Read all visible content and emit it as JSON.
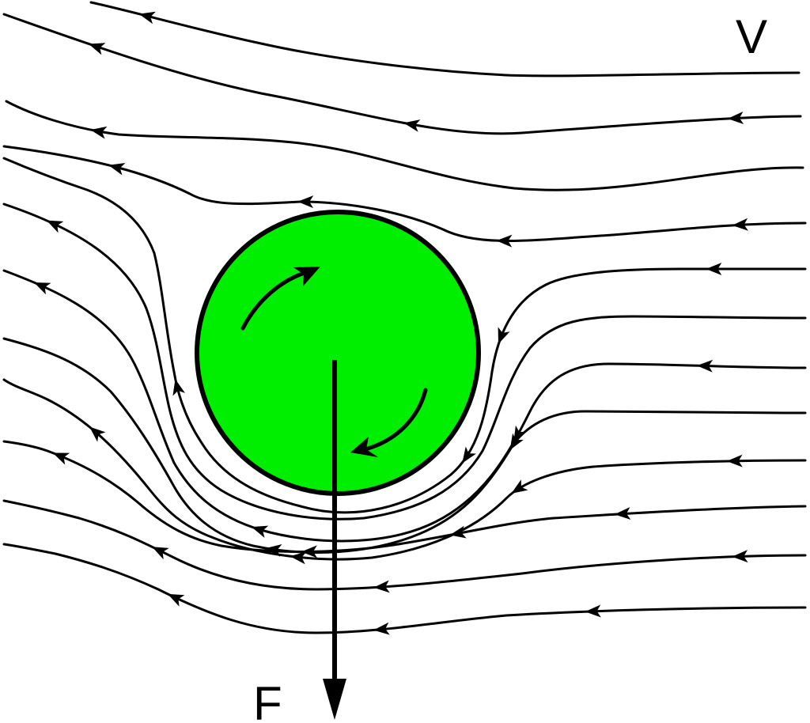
{
  "labels": {
    "velocity": "V",
    "force": "F"
  },
  "colors": {
    "cylinder_fill": "#00ee00",
    "stroke": "#000000",
    "background": "#ffffff"
  },
  "rotation": "clockwise",
  "flow_direction": "right-to-left",
  "icons": {
    "flow_arrow": "arrowhead-left",
    "rotation_arrow": "curved-arrow",
    "force_arrow": "arrow-down"
  }
}
